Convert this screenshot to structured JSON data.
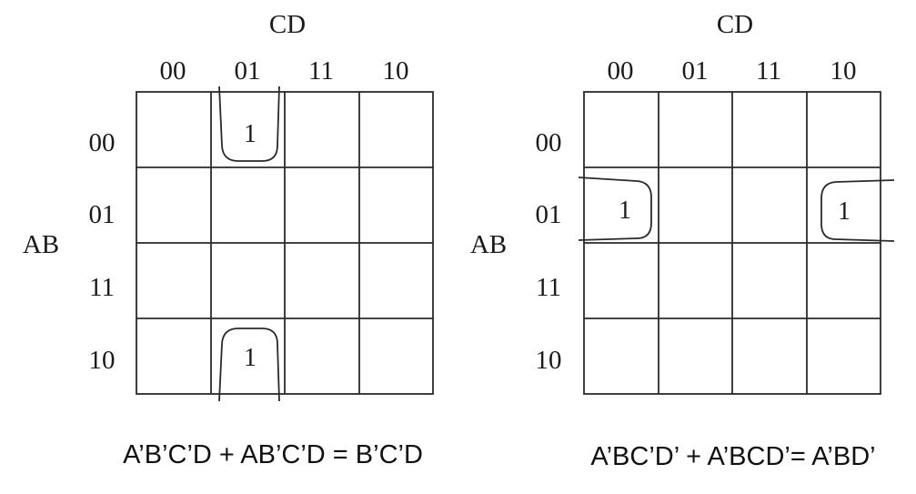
{
  "maps": [
    {
      "col_var": "CD",
      "row_var": "AB",
      "col_labels": [
        "00",
        "01",
        "11",
        "10"
      ],
      "row_labels": [
        "00",
        "01",
        "11",
        "10"
      ],
      "cell_values": [
        [
          "",
          "1",
          "",
          ""
        ],
        [
          "",
          "",
          "",
          ""
        ],
        [
          "",
          "",
          "",
          ""
        ],
        [
          "",
          "1",
          "",
          ""
        ]
      ],
      "expression": "A’B’C’D + AB’C’D = B’C’D"
    },
    {
      "col_var": "CD",
      "row_var": "AB",
      "col_labels": [
        "00",
        "01",
        "11",
        "10"
      ],
      "row_labels": [
        "00",
        "01",
        "11",
        "10"
      ],
      "cell_values": [
        [
          "",
          "",
          "",
          ""
        ],
        [
          "1",
          "",
          "",
          "1"
        ],
        [
          "",
          "",
          "",
          ""
        ],
        [
          "",
          "",
          "",
          ""
        ]
      ],
      "expression": "A’BC’D’ + A’BCD’= A’BD’"
    }
  ],
  "colors": {
    "line": "#2a2a2a",
    "text": "#1a1a1a"
  }
}
